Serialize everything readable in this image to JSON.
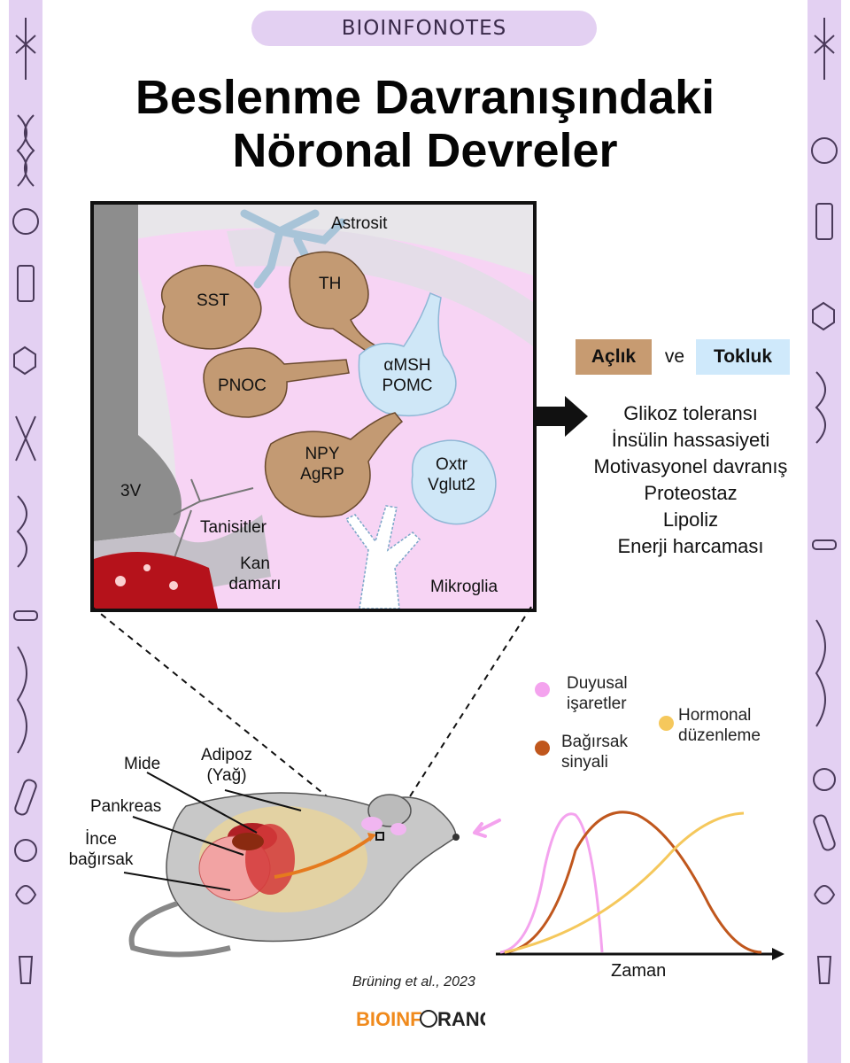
{
  "brand": "BIOINFONOTES",
  "title": {
    "line1": "Beslenme Davranışındaki",
    "line2": "Nöronal Devreler"
  },
  "panel": {
    "astrocyte": "Astrosit",
    "sst": "SST",
    "th": "TH",
    "pnoc": "PNOC",
    "amsh": "αMSH",
    "pomc": "POMC",
    "npy": "NPY",
    "agrp": "AgRP",
    "oxtr": "Oxtr",
    "vglut2": "Vglut2",
    "ventricle": "3V",
    "tanycytes": "Tanisitler",
    "vessel_line1": "Kan",
    "vessel_line2": "damarı",
    "microglia": "Mikroglia"
  },
  "states": {
    "hunger": "Açlık",
    "joiner": "ve",
    "satiety": "Tokluk",
    "hunger_color": "#c79b71",
    "satiety_color": "#cfe9fb"
  },
  "effects": [
    "Glikoz toleransı",
    "İnsülin hassasiyeti",
    "Motivasyonel davranış",
    "Proteostaz",
    "Lipoliz",
    "Enerji harcaması"
  ],
  "mouse_labels": {
    "stomach": "Mide",
    "adipose_line1": "Adipoz",
    "adipose_line2": "(Yağ)",
    "pancreas": "Pankreas",
    "intestine_line1": "İnce",
    "intestine_line2": "bağırsak"
  },
  "legend": {
    "sensory_line1": "Duyusal",
    "sensory_line2": "işaretler",
    "sensory_color": "#f4a3ee",
    "gut_line1": "Bağırsak",
    "gut_line2": "sinyali",
    "gut_color": "#c0571d",
    "hormonal_line1": "Hormonal",
    "hormonal_line2": "düzenleme",
    "hormonal_color": "#f5c85c"
  },
  "chart_data": {
    "type": "line",
    "xlabel": "Zaman",
    "series": [
      {
        "name": "Duyusal işaretler",
        "color": "#f4a3ee",
        "shape": "early sharp peak"
      },
      {
        "name": "Bağırsak sinyali",
        "color": "#c0571d",
        "shape": "middle broad peak"
      },
      {
        "name": "Hormonal düzenleme",
        "color": "#f5c85c",
        "shape": "slow rise to plateau"
      }
    ]
  },
  "citation": "Brüning et al., 2023",
  "logo": {
    "part1": "BIOINF",
    "part2": "RANGE"
  }
}
